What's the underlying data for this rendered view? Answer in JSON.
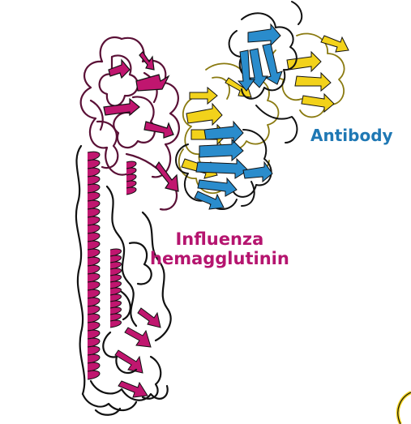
{
  "labels": {
    "antibody": "Antibody",
    "hemagglutinin_line1": "Influenza",
    "hemagglutinin_line2": "hemagglutinin"
  },
  "colors": {
    "antibody_label": "#1f78b4",
    "antibody_heavy_chain": "#2a8ccc",
    "antibody_light_chain": "#f2d21b",
    "hemagglutinin_label": "#b5156f",
    "hemagglutinin_helix": "#c0166f",
    "hemagglutinin_outline": "#5a1036",
    "loop_outline": "#111111"
  },
  "structure": {
    "type": "protein ribbon diagram",
    "components": [
      "influenza hemagglutinin",
      "antibody heavy chain",
      "antibody light chain"
    ]
  }
}
